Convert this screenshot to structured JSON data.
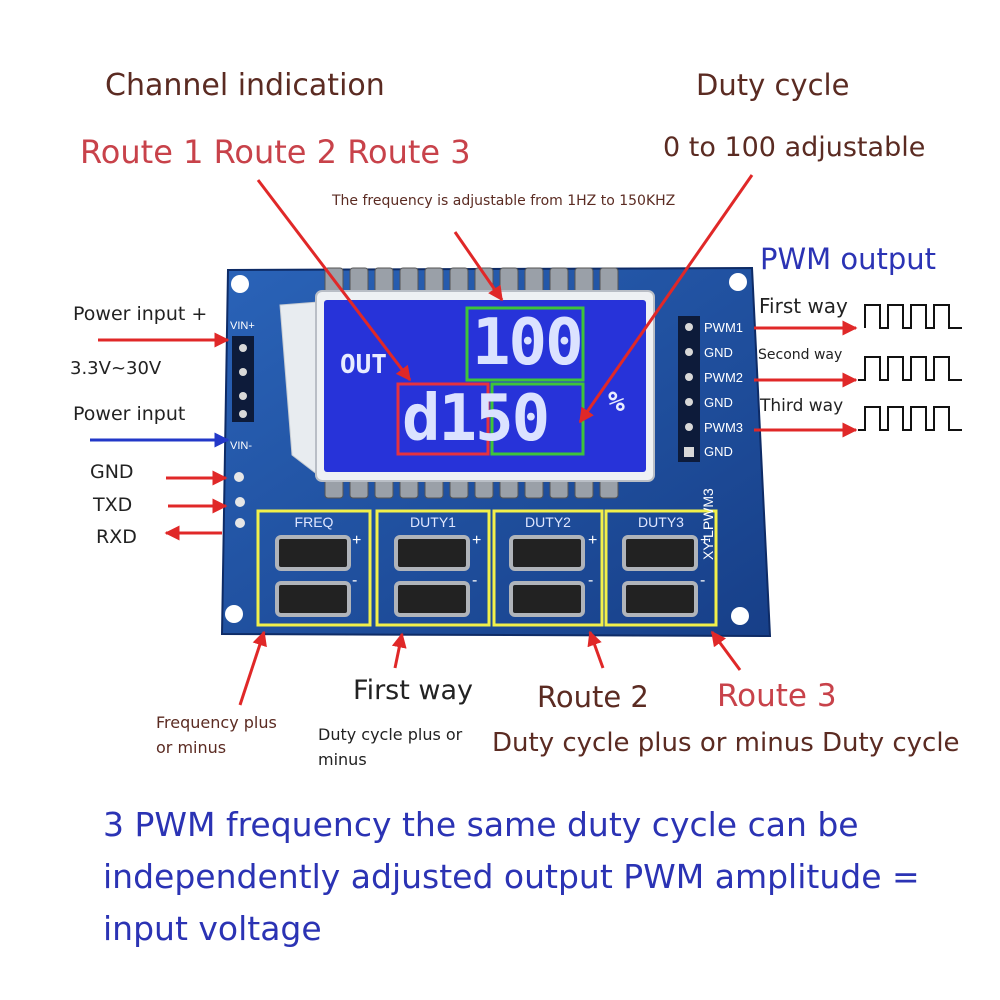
{
  "annotations": {
    "channel_indication": "Channel indication",
    "routes_top": "Route 1 Route 2 Route 3",
    "duty_cycle_title": "Duty cycle",
    "duty_cycle_range": "0 to 100 adjustable",
    "frequency_range": "The frequency is adjustable from 1HZ to 150KHZ",
    "pwm_output": "PWM output",
    "first_way": "First way",
    "second_way": "Second way",
    "third_way": "Third way",
    "power_input_plus": "Power input +",
    "voltage": "3.3V~30V",
    "power_input_minus": "Power input",
    "gnd": "GND",
    "txd": "TXD",
    "rxd": "RXD",
    "freq_plus_minus": "Frequency plus\nor minus",
    "first_way_bottom": "First way",
    "duty_plus_minus_small": "Duty cycle plus or\nminus",
    "route2_bottom": "Route 2",
    "route3_bottom": "Route 3",
    "duty_plus_minus_large": "Duty cycle plus or minus Duty cycle"
  },
  "board": {
    "pins_left": [
      "VIN+",
      "VIN-"
    ],
    "pins_right": [
      "PWM1",
      "GND",
      "PWM2",
      "GND",
      "PWM3",
      "GND"
    ],
    "lcd": {
      "out": "OUT",
      "top_value": "100",
      "bottom_value": "d150",
      "percent": "%"
    },
    "buttons": [
      "FREQ",
      "DUTY1",
      "DUTY2",
      "DUTY3"
    ],
    "model": "XY-LPWM3"
  },
  "footer": {
    "line1": "3 PWM frequency the same duty cycle can be",
    "line2": "independently adjusted output PWM amplitude =",
    "line3": "input voltage"
  },
  "colors": {
    "annotation": "#5b2b22",
    "route": "#c8424a",
    "footer": "#2b33b4",
    "pcb": "#1c4fa0",
    "lcd": "#2733d9",
    "highlight_red": "#e53240",
    "highlight_green": "#3ec43a",
    "highlight_yellow": "#f2f04a"
  }
}
